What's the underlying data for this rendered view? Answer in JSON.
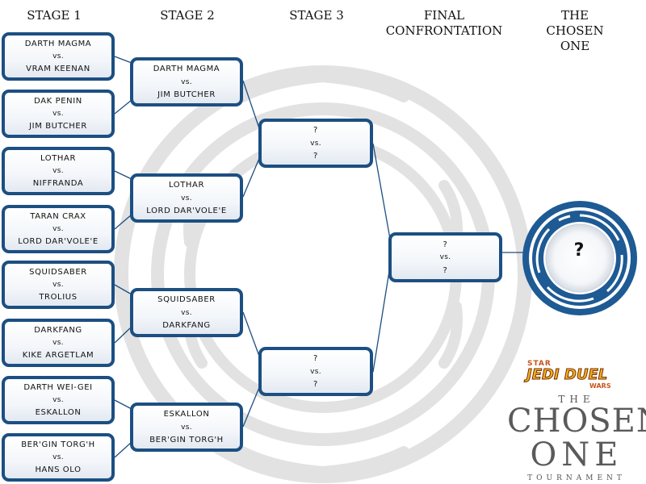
{
  "headers": {
    "stage1": "STAGE 1",
    "stage2": "STAGE 2",
    "stage3": "STAGE 3",
    "final_line1": "FINAL",
    "final_line2": "CONFRONTATION",
    "chosen_line1": "THE",
    "chosen_line2": "CHOSEN",
    "chosen_line3": "ONE"
  },
  "vs_label": "vs.",
  "stage1": [
    {
      "a": "DARTH MAGMA",
      "b": "VRAM KEENAN"
    },
    {
      "a": "DAK PENIN",
      "b": "JIM BUTCHER"
    },
    {
      "a": "LOTHAR",
      "b": "NIFFRANDA"
    },
    {
      "a": "TARAN CRAX",
      "b": "LORD DAR'VOLE'E"
    },
    {
      "a": "SQUIDSABER",
      "b": "TROLIUS"
    },
    {
      "a": "DARKFANG",
      "b": "KIKE ARGETLAM"
    },
    {
      "a": "DARTH WEI-GEI",
      "b": "ESKALLON"
    },
    {
      "a": "BER'GIN TORG'H",
      "b": "HANS OLO"
    }
  ],
  "stage2": [
    {
      "a": "DARTH MAGMA",
      "b": "JIM BUTCHER"
    },
    {
      "a": "LOTHAR",
      "b": "LORD DAR'VOLE'E"
    },
    {
      "a": "SQUIDSABER",
      "b": "DARKFANG"
    },
    {
      "a": "ESKALLON",
      "b": "BER'GIN TORG'H"
    }
  ],
  "stage3": [
    {
      "a": "?",
      "b": "?"
    },
    {
      "a": "?",
      "b": "?"
    }
  ],
  "final": {
    "a": "?",
    "b": "?"
  },
  "winner": "?",
  "logo": {
    "star": "STAR",
    "jedi_duel": "JEDI DUEL",
    "wars": "WARS",
    "the": "THE",
    "chosen": "CHOSEN",
    "one": "ONE",
    "tournament": "TOURNAMENT"
  },
  "colors": {
    "frame": "#1c4f82",
    "ring": "#1e5a94",
    "emblem": "#e3e3e3"
  }
}
